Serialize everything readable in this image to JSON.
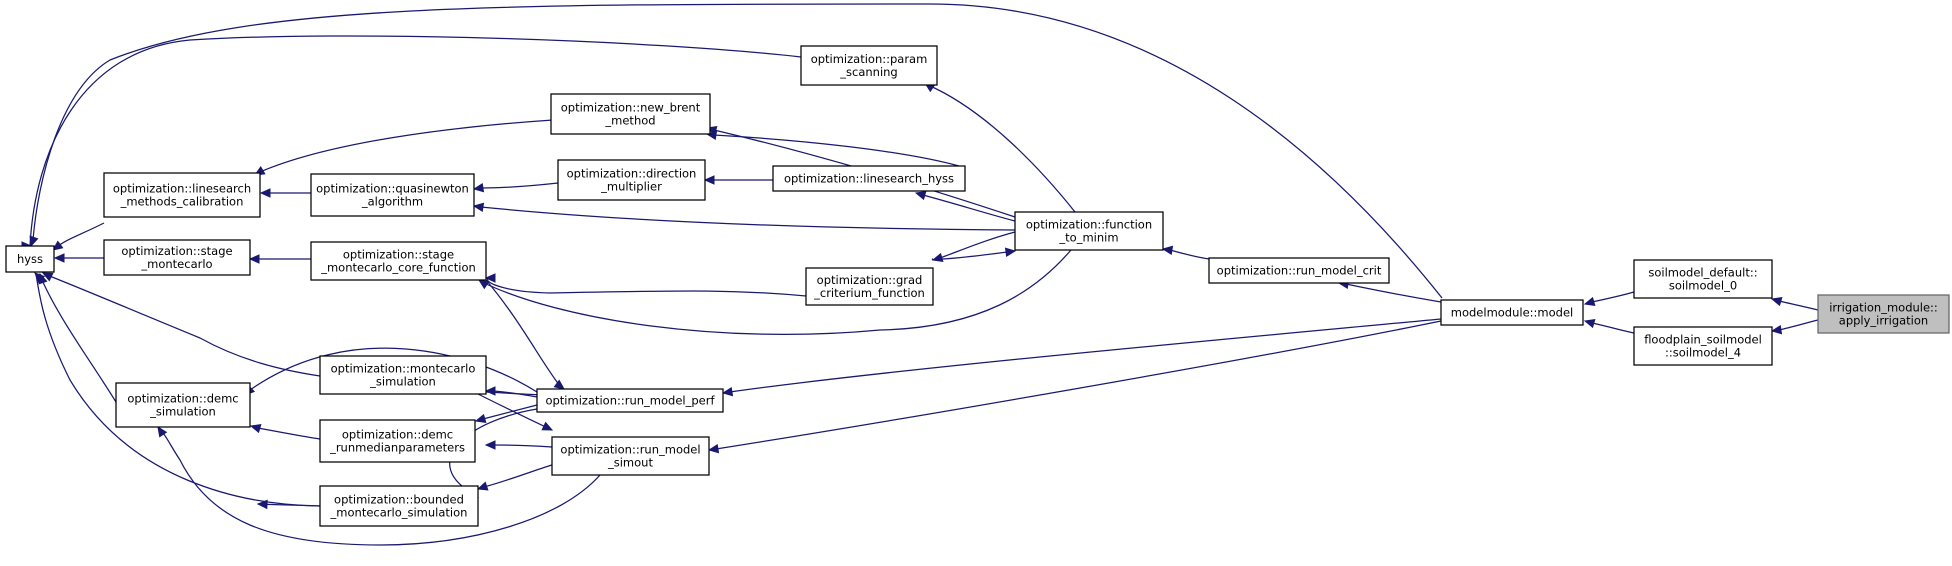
{
  "graph": {
    "colors": {
      "edge": "#191970",
      "node_border": "#000000",
      "selected_fill": "#bfbfbf",
      "selected_border": "#666666"
    },
    "nodes": {
      "hyss": {
        "lines": [
          "hyss"
        ]
      },
      "linesearch_calib": {
        "lines": [
          "optimization::linesearch",
          "_methods_calibration"
        ]
      },
      "stage_mc": {
        "lines": [
          "optimization::stage",
          "_montecarlo"
        ]
      },
      "demc_sim": {
        "lines": [
          "optimization::demc",
          "_simulation"
        ]
      },
      "quasinewton": {
        "lines": [
          "optimization::quasinewton",
          "_algorithm"
        ]
      },
      "stage_mc_core": {
        "lines": [
          "optimization::stage",
          "_montecarlo_core_function"
        ]
      },
      "mc_sim": {
        "lines": [
          "optimization::montecarlo",
          "_simulation"
        ]
      },
      "demc_runmedian": {
        "lines": [
          "optimization::demc",
          "_runmedianparameters"
        ]
      },
      "bounded_mc": {
        "lines": [
          "optimization::bounded",
          "_montecarlo_simulation"
        ]
      },
      "new_brent": {
        "lines": [
          "optimization::new_brent",
          "_method"
        ]
      },
      "direction_mult": {
        "lines": [
          "optimization::direction",
          "_multiplier"
        ]
      },
      "param_scanning": {
        "lines": [
          "optimization::param",
          "_scanning"
        ]
      },
      "linesearch_hyss": {
        "lines": [
          "optimization::linesearch_hyss"
        ]
      },
      "grad_crit": {
        "lines": [
          "optimization::grad",
          "_criterium_function"
        ]
      },
      "run_model_perf": {
        "lines": [
          "optimization::run_model_perf"
        ]
      },
      "run_model_simout": {
        "lines": [
          "optimization::run_model",
          "_simout"
        ]
      },
      "function_to_minim": {
        "lines": [
          "optimization::function",
          "_to_minim"
        ]
      },
      "run_model_crit": {
        "lines": [
          "optimization::run_model_crit"
        ]
      },
      "modelmodule_model": {
        "lines": [
          "modelmodule::model"
        ]
      },
      "soilmodel_default": {
        "lines": [
          "soilmodel_default::",
          "soilmodel_0"
        ]
      },
      "floodplain_soilmodel": {
        "lines": [
          "floodplain_soilmodel",
          "::soilmodel_4"
        ]
      },
      "apply_irrigation": {
        "lines": [
          "irrigation_module::",
          "apply_irrigation"
        ]
      }
    }
  }
}
